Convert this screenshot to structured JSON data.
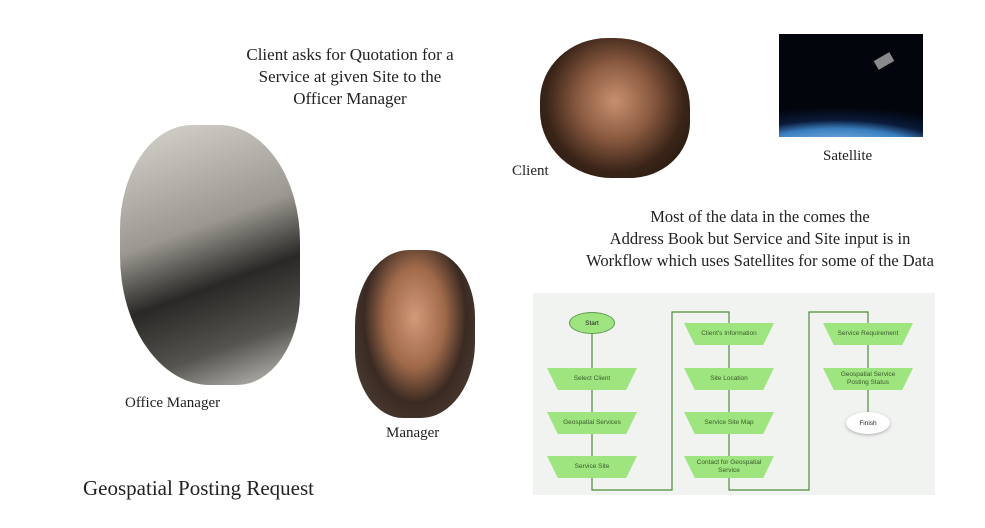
{
  "top_caption": [
    "Client asks for Quotation for a",
    "Service at given Site to the",
    "Officer Manager"
  ],
  "labels": {
    "client": "Client",
    "satellite": "Satellite",
    "office_manager": "Office Manager",
    "manager": "Manager"
  },
  "middle_caption": [
    "Most of the data in the comes the",
    "Address Book but Service and Site input is in",
    "Workflow which uses Satellites for some of the Data"
  ],
  "title": "Geospatial Posting Request",
  "flowchart": {
    "start": "Start",
    "col1": [
      "Select Client",
      "Geospatial Services",
      "Service Site"
    ],
    "col2": [
      "Client's  Information",
      "Site Location",
      "Service Site Map",
      "Contact for Geospatial Service"
    ],
    "col3": [
      "Service Requirement",
      "Geospatial Service Posting Status"
    ],
    "finish": "Finish"
  },
  "colors": {
    "node": "#9ee57f",
    "line": "#4f8a3c"
  }
}
